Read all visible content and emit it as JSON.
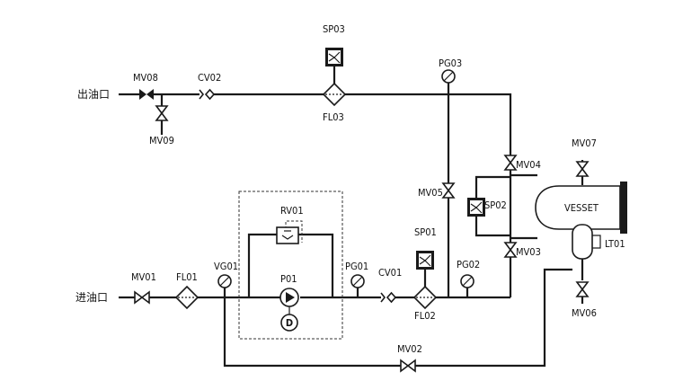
{
  "inlets": {
    "outlet_label": "出油口",
    "inlet_label": "进油口"
  },
  "tags": {
    "MV08": "MV08",
    "MV09": "MV09",
    "CV02": "CV02",
    "SP03": "SP03",
    "FL03": "FL03",
    "PG03": "PG03",
    "MV04": "MV04",
    "MV05": "MV05",
    "SP02": "SP02",
    "MV03": "MV03",
    "VESSET": "VESSET",
    "MV07": "MV07",
    "LT01": "LT01",
    "MV06": "MV06",
    "MV01": "MV01",
    "FL01": "FL01",
    "VG01": "VG01",
    "RV01": "RV01",
    "P01": "P01",
    "PG01": "PG01",
    "CV01": "CV01",
    "SP01": "SP01",
    "FL02": "FL02",
    "PG02": "PG02",
    "MV02": "MV02",
    "motor": "D"
  }
}
